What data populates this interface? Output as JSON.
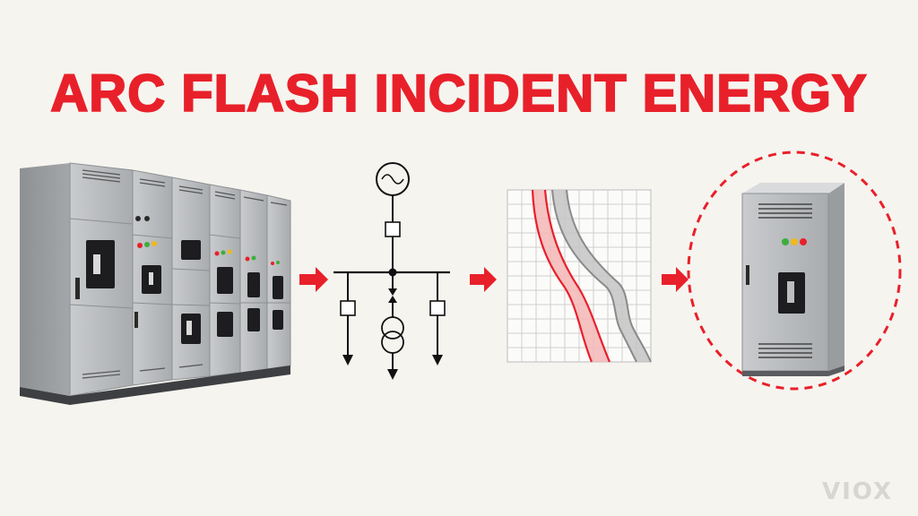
{
  "title": "ARC FLASH INCIDENT ENERGY",
  "watermark": "VIOX",
  "colors": {
    "accent": "#e8202a",
    "background": "#f6f4ef",
    "steel": "#bfc1c3",
    "line": "#111111"
  },
  "steps": [
    {
      "name": "switchgear-lineup"
    },
    {
      "name": "single-line-diagram"
    },
    {
      "name": "time-current-curves"
    },
    {
      "name": "protected-cabinet"
    }
  ]
}
